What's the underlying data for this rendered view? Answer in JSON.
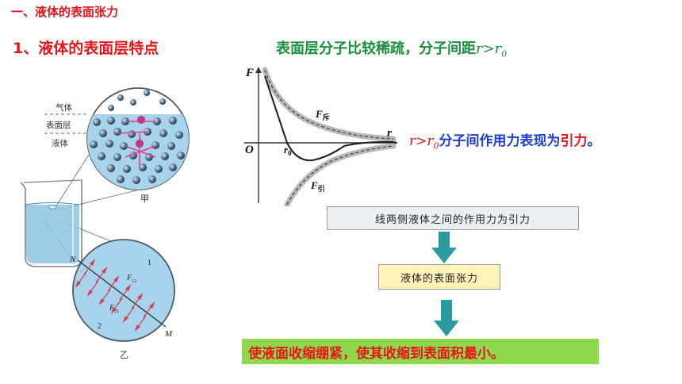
{
  "header": {
    "section_title": "一、液体的表面张力",
    "sub_title": "1、液体的表面层特点"
  },
  "notes": {
    "green_text": "表面层分子比较稀疏，分子间距",
    "green_symbol": "r>r",
    "green_sub": "0",
    "force_symbol": "r>r",
    "force_sub": "0",
    "force_text": "分子间作用力表现为",
    "force_highlight": "引力",
    "force_end": "。"
  },
  "graph": {
    "axis_y": "F",
    "axis_x": "r",
    "origin": "O",
    "r0_label": "r",
    "r0_sub": "0",
    "repulsion_label": "F",
    "repulsion_sub": "斥",
    "attraction_label": "F",
    "attraction_sub": "引"
  },
  "diagram": {
    "gas_label": "气体",
    "surface_label": "表面层",
    "liquid_label": "液体",
    "fig_a": "甲",
    "fig_b": "乙",
    "label_N": "N",
    "label_M": "M",
    "label_1": "1",
    "label_2": "2",
    "f12": "F",
    "f12_sub": "12",
    "f21": "F",
    "f21_sub": "21"
  },
  "flow": {
    "step1": "线两侧液体之间的作用力为引力",
    "step2": "液体的表面张力",
    "conclusion": "使液面收缩绷紧，使其收缩到表面积最小。"
  },
  "colors": {
    "title_red": "#e8141b",
    "note_green": "#1a8f3c",
    "note_blue": "#1f3fd0",
    "arrow_teal": "#2a9aa0",
    "conclusion_bg": "#8ed84c"
  }
}
